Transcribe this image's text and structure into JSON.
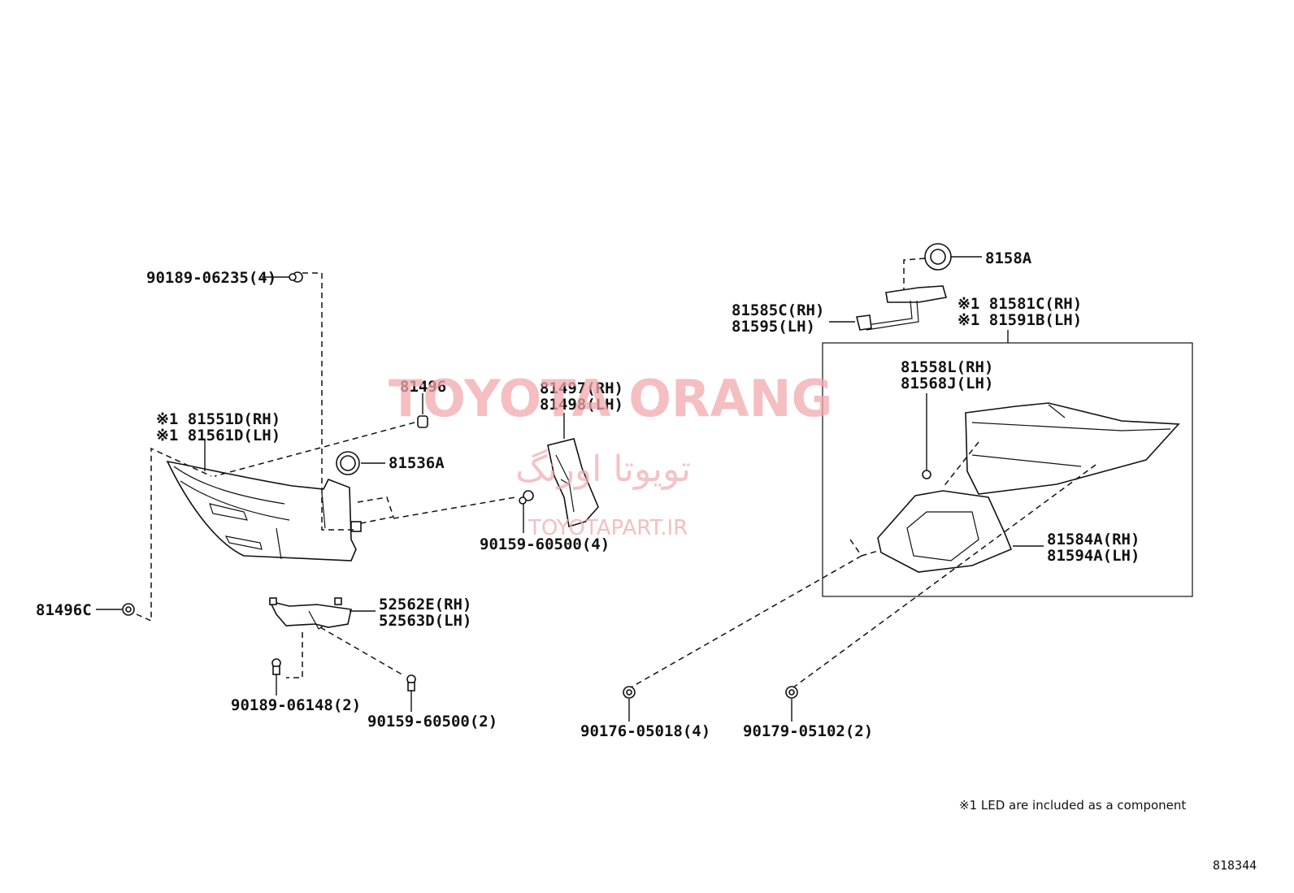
{
  "labels": {
    "p90189_06235": "90189-06235(4)",
    "p81496": "81496",
    "p81497_98_rh": "81497(RH)",
    "p81497_98_lh": "81498(LH)",
    "p81551d_rh": "※1 81551D(RH)",
    "p81561d_lh": "※1 81561D(LH)",
    "p81536a": "81536A",
    "p90159_60500_4": "90159-60500(4)",
    "p81496c": "81496C",
    "p52562e_rh": "52562E(RH)",
    "p52563d_lh": "52563D(LH)",
    "p90189_06148": "90189-06148(2)",
    "p90159_60500_2": "90159-60500(2)",
    "p8158a": "8158A",
    "p81585c_rh": "81585C(RH)",
    "p81595_lh": "81595(LH)",
    "p81581c_rh": "※1 81581C(RH)",
    "p81591b_lh": "※1 81591B(LH)",
    "p81558l_rh": "81558L(RH)",
    "p81568j_lh": "81568J(LH)",
    "p81584a_rh": "81584A(RH)",
    "p81594a_lh": "81594A(LH)",
    "p90176_05018": "90176-05018(4)",
    "p90179_05102": "90179-05102(2)"
  },
  "footnote": "※1  LED are included as a component",
  "diagram_code": "818344",
  "watermark": {
    "title": "TOYOTA ORANG",
    "persian": "تویوتا اورنگ",
    "url": "TOYOTAPART.IR"
  }
}
